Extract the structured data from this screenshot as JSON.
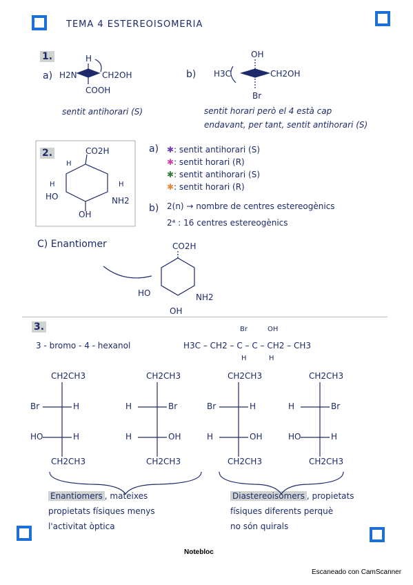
{
  "page": {
    "title": "TEMA 4  ESTEREOISOMERIA",
    "brand": "Notebloc",
    "scanner": "Escaneado con CamScanner"
  },
  "ex1": {
    "num": "1.",
    "a_label": "a)",
    "a_top": "H",
    "a_left": "H2N",
    "a_right": "CH2OH",
    "a_bottom": "COOH",
    "a_note": "sentit antihorari (S)",
    "b_label": "b)",
    "b_top": "OH",
    "b_left": "H3C",
    "b_right": "CH2OH",
    "b_bottom": "Br",
    "b_note_1": "sentit horari però el 4 està cap",
    "b_note_2": "endavant, per tant, sentit antihorari (S)"
  },
  "ex2": {
    "num": "2.",
    "top_group": "CO2H",
    "h_left": "H",
    "h_right": "H",
    "oh_group": "HO",
    "h_left2": "H",
    "nh2": "NH2",
    "oh_bottom": "OH",
    "a_label": "a)",
    "legend": [
      {
        "mark": "✱",
        "color": "#6b3fb0",
        "text": ": sentit antihorari (S)"
      },
      {
        "mark": "✱",
        "color": "#d23fa8",
        "text": ": sentit horari (R)"
      },
      {
        "mark": "✱",
        "color": "#2d7a3a",
        "text": ": sentit antihorari (S)"
      },
      {
        "mark": "✱",
        "color": "#e08a3a",
        "text": ": sentit horari (R)"
      }
    ],
    "b_label": "b)",
    "b_line1": "2(n) → nombre de centres estereogènics",
    "b_line2": "2⁴ : 16 centres estereogènics",
    "c_label": "C) Enantiomer",
    "c_top": "CO2H",
    "c_ho": "HO",
    "c_nh2": "NH2",
    "c_oh": "OH"
  },
  "ex3": {
    "num": "3.",
    "name": "3 - bromo - 4 - hexanol",
    "formula": "H3C – CH2 – C – C – CH2 – CH3",
    "f_br": "Br",
    "f_oh": "OH",
    "f_h1": "H",
    "f_h2": "H",
    "fischers": [
      {
        "top": "CH2CH3",
        "r1l": "Br",
        "r1r": "H",
        "r2l": "HO",
        "r2r": "H",
        "bottom": "CH2CH3"
      },
      {
        "top": "CH2CH3",
        "r1l": "H",
        "r1r": "Br",
        "r2l": "H",
        "r2r": "OH",
        "bottom": "CH2CH3"
      },
      {
        "top": "CH2CH3",
        "r1l": "Br",
        "r1r": "H",
        "r2l": "H",
        "r2r": "OH",
        "bottom": "CH2CH3"
      },
      {
        "top": "CH2CH3",
        "r1l": "H",
        "r1r": "Br",
        "r2l": "HO",
        "r2r": "H",
        "bottom": "CH2CH3"
      }
    ],
    "enant_title": "Enantiomers",
    "enant_text_1": ", mateixes",
    "enant_text_2": "propietats físiques menys",
    "enant_text_3": "l'activitat òptica",
    "diast_title": "Diastereoisomers",
    "diast_text_1": ", propietats",
    "diast_text_2": "físiques diferents perquè",
    "diast_text_3": "no són quirals"
  }
}
